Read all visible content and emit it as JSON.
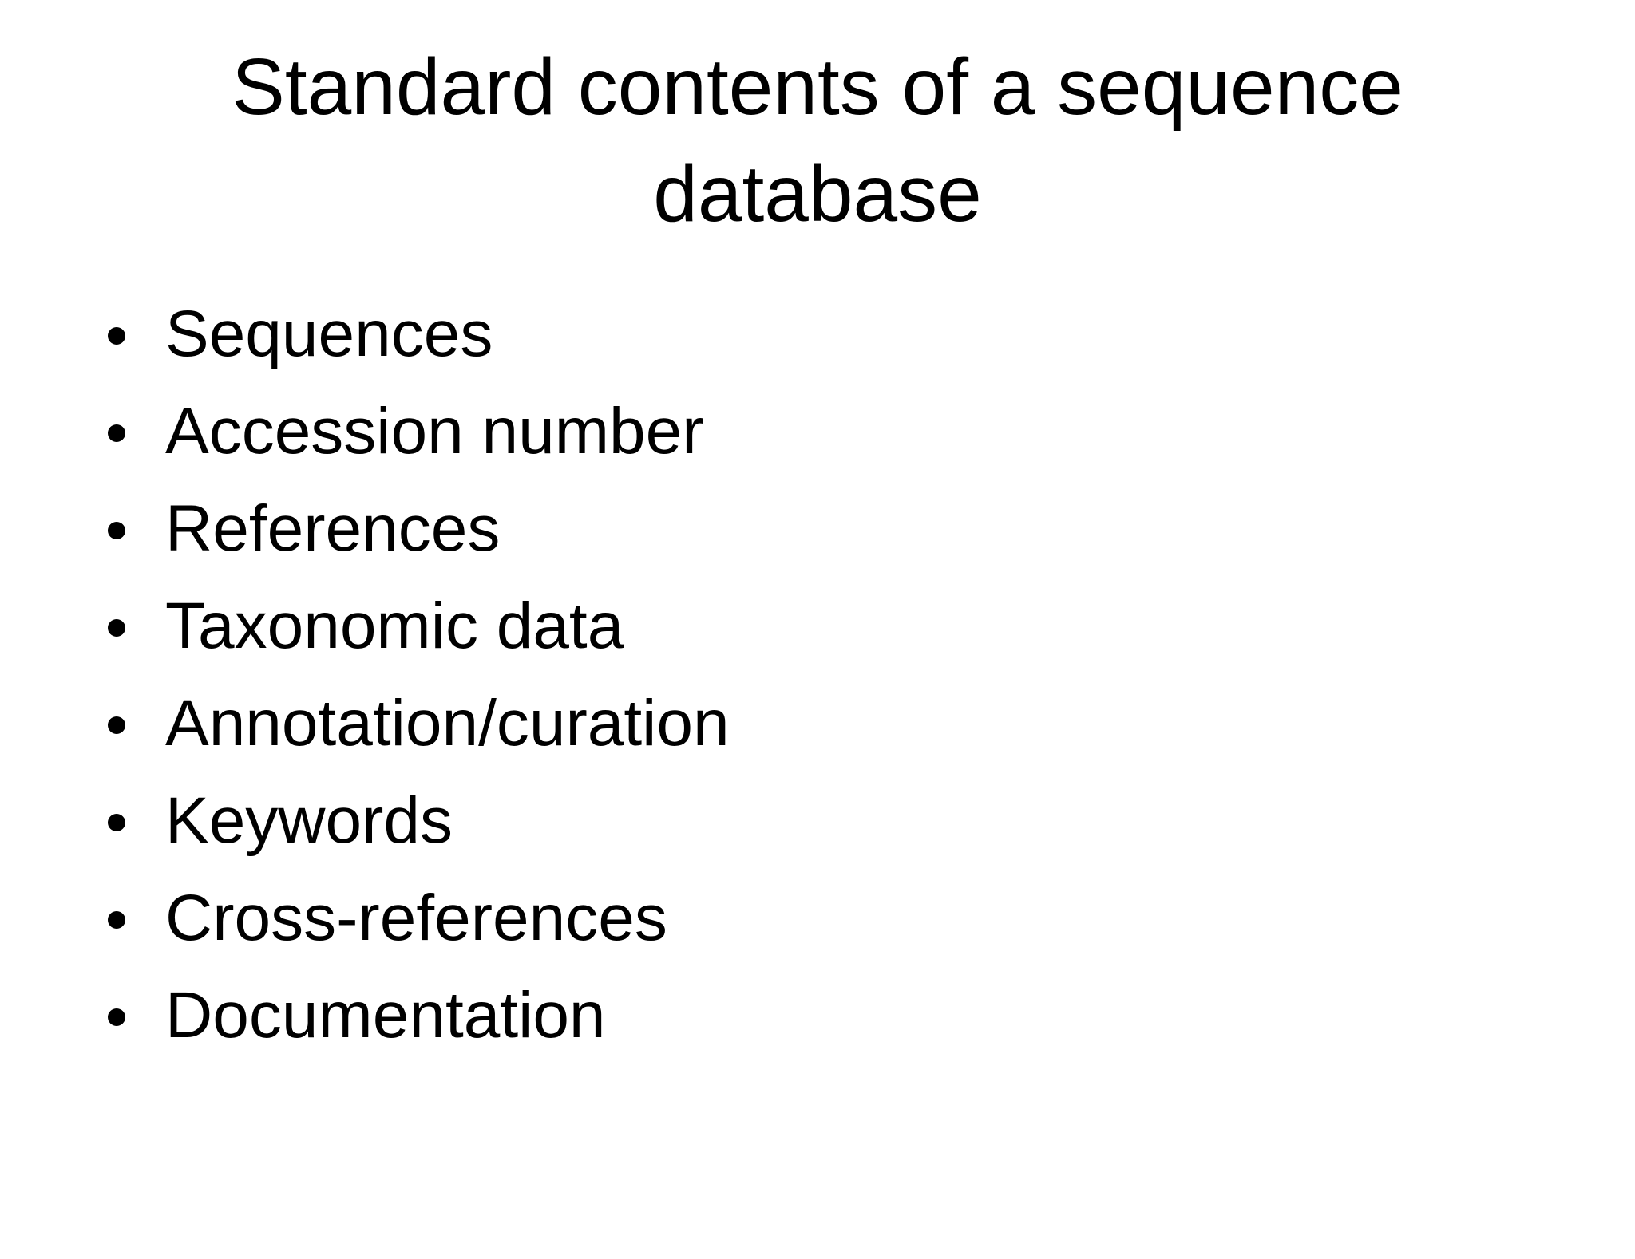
{
  "slide": {
    "title": "Standard contents of a sequence database",
    "colors": {
      "background": "#ffffff",
      "text": "#000000"
    },
    "list": {
      "items": [
        {
          "label": "Sequences"
        },
        {
          "label": "Accession number"
        },
        {
          "label": "References"
        },
        {
          "label": "Taxonomic data"
        },
        {
          "label": "Annotation/curation"
        },
        {
          "label": "Keywords"
        },
        {
          "label": "Cross-references"
        },
        {
          "label": "Documentation"
        }
      ]
    }
  }
}
